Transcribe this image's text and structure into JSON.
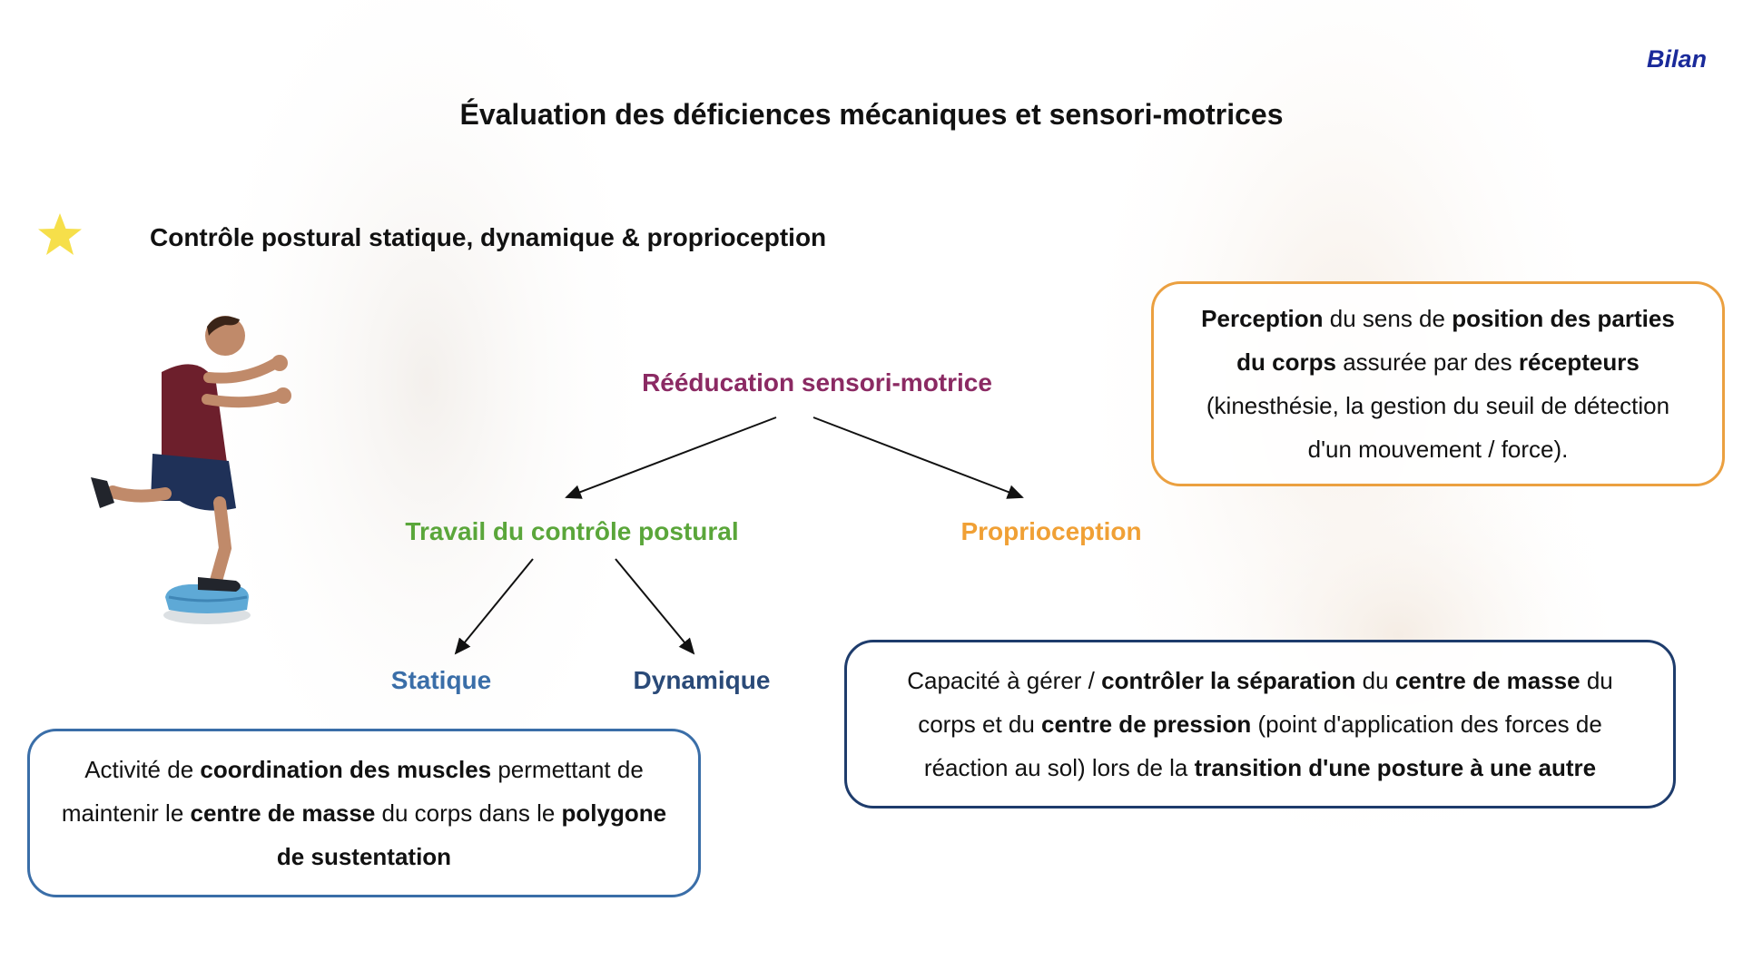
{
  "section_label": "Bilan",
  "page_title": "Évaluation des déficiences mécaniques et sensori-motrices",
  "subtitle": "Contrôle postural statique, dynamique & proprioception",
  "icons": {
    "star": "star-icon",
    "figure": "person-balancing-icon"
  },
  "colors": {
    "section_label": "#1a2a9a",
    "root": "#8b2a63",
    "postural": "#5aa63a",
    "proprioception": "#f0a035",
    "statique": "#3a6ea8",
    "dynamique": "#2a4a78",
    "star": "#f6df4a"
  },
  "diagram": {
    "root": "Rééducation sensori-motrice",
    "postural": "Travail du contrôle postural",
    "proprioception": "Proprioception",
    "statique": "Statique",
    "dynamique": "Dynamique"
  },
  "boxes": {
    "proprioception": [
      {
        "text": "Perception",
        "bold": true
      },
      {
        "text": " du sens de ",
        "bold": false
      },
      {
        "text": "position des parties du corps",
        "bold": true
      },
      {
        "text": " assurée par des ",
        "bold": false
      },
      {
        "text": "récepteurs",
        "bold": true
      },
      {
        "text": " (kinesthésie, la gestion du seuil de détection d'un mouvement / force).",
        "bold": false
      }
    ],
    "dynamique": [
      {
        "text": "Capacité à gérer / ",
        "bold": false
      },
      {
        "text": "contrôler la séparation",
        "bold": true
      },
      {
        "text": " du ",
        "bold": false
      },
      {
        "text": "centre de masse",
        "bold": true
      },
      {
        "text": " du corps et du ",
        "bold": false
      },
      {
        "text": "centre de pression",
        "bold": true
      },
      {
        "text": " (point d'application des forces de réaction au sol) lors de la ",
        "bold": false
      },
      {
        "text": "transition d'une posture à une autre",
        "bold": true
      }
    ],
    "statique": [
      {
        "text": "Activité de ",
        "bold": false
      },
      {
        "text": "coordination des muscles",
        "bold": true
      },
      {
        "text": " permettant de maintenir le ",
        "bold": false
      },
      {
        "text": "centre de masse",
        "bold": true
      },
      {
        "text": " du corps dans le ",
        "bold": false
      },
      {
        "text": "polygone de sustentation",
        "bold": true
      }
    ]
  }
}
